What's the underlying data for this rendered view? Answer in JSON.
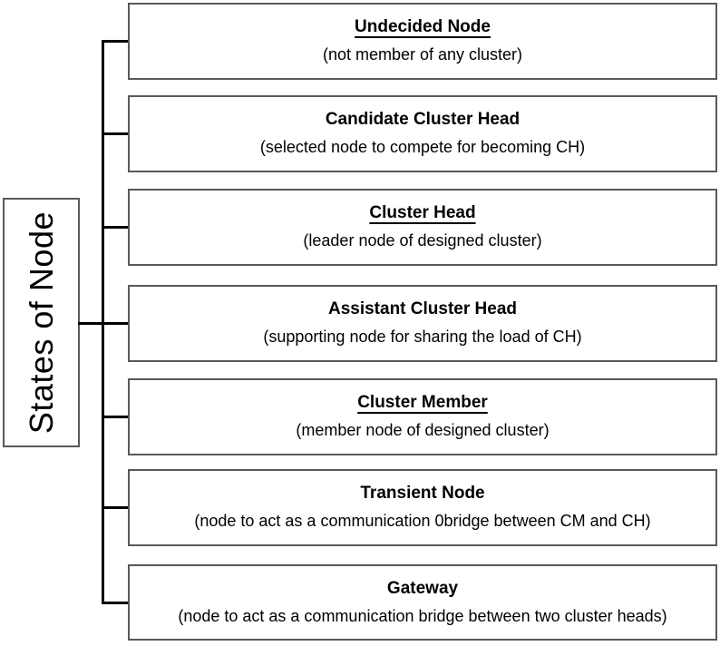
{
  "diagram": {
    "root": {
      "label": "States of Node"
    },
    "states": [
      {
        "title": "Undecided Node",
        "underline": true,
        "description": "(not member of any cluster)"
      },
      {
        "title": "Candidate Cluster Head",
        "underline": false,
        "description": "(selected node to compete for becoming CH)"
      },
      {
        "title": "Cluster Head",
        "underline": true,
        "description": "(leader node of designed cluster)"
      },
      {
        "title": "Assistant Cluster Head",
        "underline": false,
        "description": "(supporting node for sharing the load of CH)"
      },
      {
        "title": "Cluster Member",
        "underline": true,
        "description": "(member node of designed cluster)"
      },
      {
        "title": "Transient Node",
        "underline": false,
        "description": "(node to act as a communication 0bridge between CM and CH)"
      },
      {
        "title": "Gateway",
        "underline": false,
        "description": "(node to act as a communication bridge between two cluster heads)"
      }
    ],
    "colors": {
      "box_border": "#595959",
      "connector": "#000000",
      "text": "#000000",
      "background": "#ffffff"
    }
  }
}
